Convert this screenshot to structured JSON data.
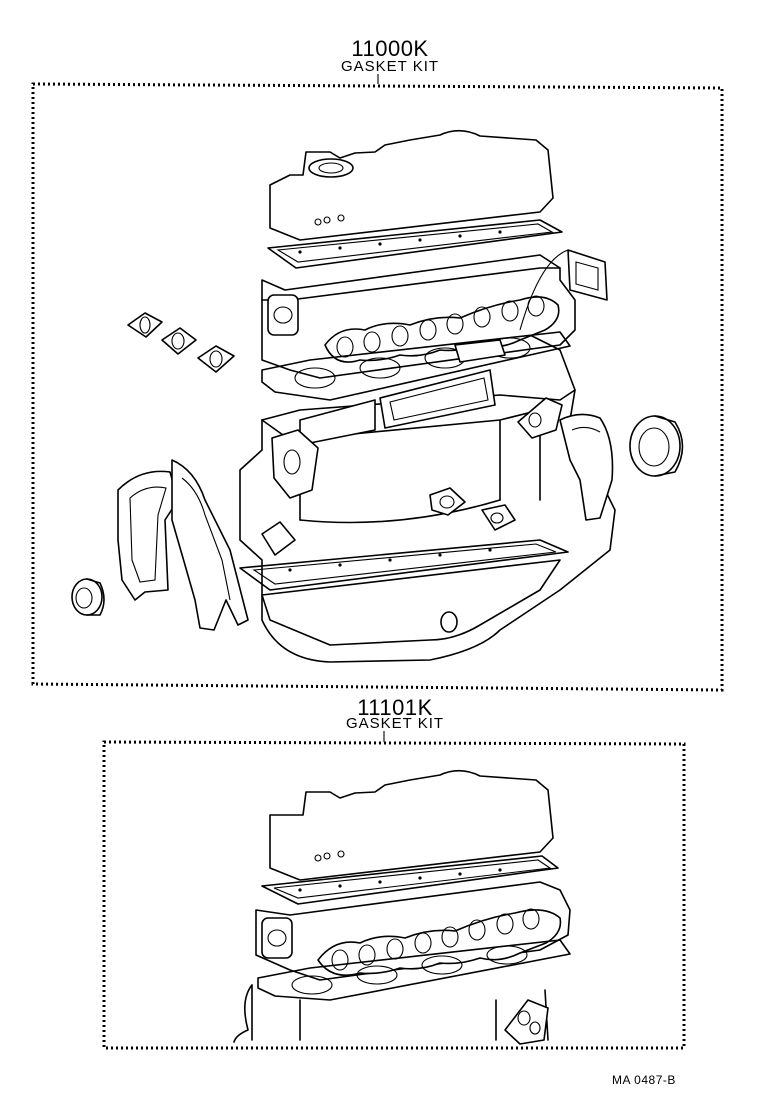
{
  "kits": [
    {
      "part_number": "11000K",
      "name": "GASKET KIT"
    },
    {
      "part_number": "11101K",
      "name": "GASKET KIT"
    }
  ],
  "drawing_code": "MA  0487-B"
}
